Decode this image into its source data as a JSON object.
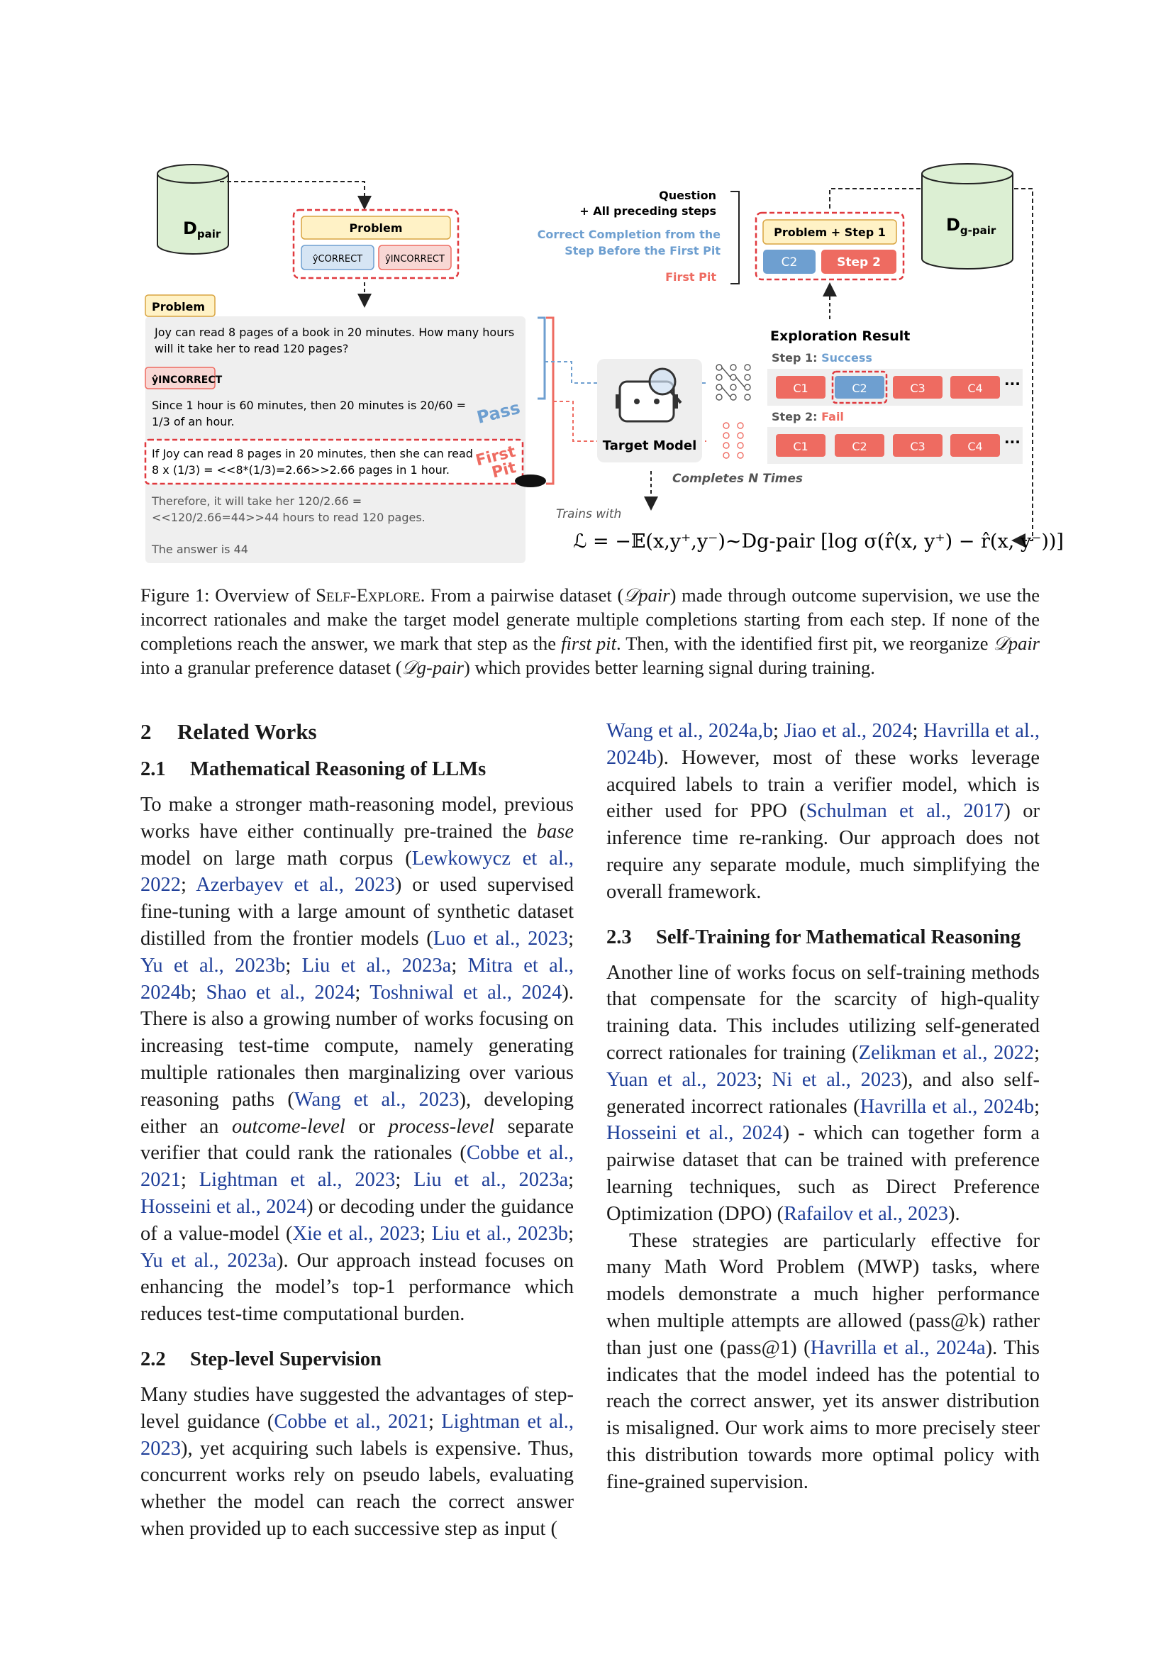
{
  "figure": {
    "db_left": {
      "label_main": "D",
      "label_sub": "pair"
    },
    "db_right": {
      "label_main": "D",
      "label_sub": "g-pair"
    },
    "problem_label": "Problem",
    "y_correct": "ŷCORRECT",
    "y_incorrect": "ŷINCORRECT",
    "step_context": {
      "question": "Question",
      "preceding": "+ All preceding steps",
      "correct_1": "Correct Completion from the",
      "correct_2": "Step Before the First Pit",
      "first_pit": "First Pit"
    },
    "problem_step1": "Problem + Step 1",
    "c2": "C2",
    "step2": "Step 2",
    "panel": {
      "problem_tag": "Problem",
      "question_1": "Joy can read 8 pages of a book in 20 minutes. How many hours",
      "question_2": "will it take her to read 120 pages?",
      "incorrect_tag": "ŷINCORRECT",
      "step1_1": "Since 1 hour is 60 minutes, then 20 minutes is 20/60 =",
      "step1_2": "1/3 of an hour.",
      "pass_stamp": "Pass",
      "step2_1": "If Joy can read 8 pages in 20 minutes, then she can read",
      "step2_2": "8 x (1/3) = <<8*(1/3)=2.66>>2.66 pages in 1 hour.",
      "first_pit_stamp_1": "First",
      "first_pit_stamp_2": "Pit",
      "step3_1": "Therefore, it will take her 120/2.66 =",
      "step3_2": "<<120/2.66=44>>44 hours to read 120 pages.",
      "answer": "The answer is 44"
    },
    "target_model": "Target Model",
    "exploration_title": "Exploration Result",
    "step1_label": "Step 1:",
    "success": "Success",
    "step2_label": "Step 2:",
    "fail": "Fail",
    "completions": [
      "C1",
      "C2",
      "C3",
      "C4"
    ],
    "ellipsis": "···",
    "completes_n": "Completes N Times",
    "trains_with": "Trains with",
    "loss": "ℒ = −𝔼(x,y⁺,y⁻)∼Dg-pair [log σ(r̂(x, y⁺) − r̂(x, y⁻))]",
    "colors": {
      "pass_blue": "#6e9fd0",
      "fail_red": "#ee6b61",
      "problem_yellow": "#fff2c6",
      "db_green": "#dcefd3",
      "link_blue": "#1f3f99"
    }
  },
  "caption": {
    "prefix": "Figure 1: Overview of ",
    "name": "Self-Explore",
    "text_1": ". From a pairwise dataset (",
    "d_pair": "𝒟pair",
    "text_2": ") made through outcome supervision, we use the incorrect rationales and make the target model generate multiple completions starting from each step. If none of the completions reach the answer, we mark that step as the ",
    "first_pit": "first pit",
    "text_3": ". Then, with the identified first pit, we reorganize ",
    "d_pair_2": "𝒟pair",
    "text_4": " into a granular preference dataset (",
    "d_gpair": "𝒟g-pair",
    "text_5": ") which provides better learning signal during training."
  },
  "section2": {
    "num": "2",
    "title": "Related Works"
  },
  "section21": {
    "num": "2.1",
    "title": "Mathematical Reasoning of LLMs",
    "p": [
      "To make a stronger math-reasoning model, previous works have either continually pre-trained the ",
      "base",
      " model on large math corpus (",
      "Lewkowycz et al., 2022",
      "; ",
      "Azerbayev et al., 2023",
      ") or used supervised fine-tuning with a large amount of synthetic dataset distilled from the frontier models (",
      "Luo et al., 2023",
      "; ",
      "Yu et al., 2023b",
      "; ",
      "Liu et al., 2023a",
      "; ",
      "Mitra et al., 2024b",
      "; ",
      "Shao et al., 2024",
      "; ",
      "Toshniwal et al., 2024",
      "). There is also a growing number of works focusing on increasing test-time compute, namely generating multiple rationales then marginalizing over various reasoning paths (",
      "Wang et al., 2023",
      "), developing either an ",
      "outcome-level",
      " or ",
      "process-level",
      " separate verifier that could rank the rationales (",
      "Cobbe et al., 2021",
      "; ",
      "Lightman et al., 2023",
      "; ",
      "Liu et al., 2023a",
      "; ",
      "Hosseini et al., 2024",
      ") or decoding under the guidance of a value-model (",
      "Xie et al., 2023",
      "; ",
      "Liu et al., 2023b",
      "; ",
      "Yu et al., 2023a",
      "). Our approach instead focuses on enhancing the model’s top-1 performance which reduces test-time computational burden."
    ]
  },
  "section22": {
    "num": "2.2",
    "title": "Step-level Supervision",
    "p": [
      "Many studies have suggested the advantages of step-level guidance (",
      "Cobbe et al., 2021",
      "; ",
      "Lightman et al., 2023",
      "), yet acquiring such labels is expensive. Thus, concurrent works rely on pseudo labels, evaluating whether the model can reach the correct answer when provided up to each successive step as input (",
      "Wang et al., 2024a,b",
      "; ",
      "Jiao et al., 2024",
      "; ",
      "Havrilla et al., 2024b",
      "). However, most of these works leverage acquired labels to train a verifier model, which is either used for PPO (",
      "Schulman et al., 2017",
      ") or inference time re-ranking. Our approach does not require any separate module, much simplifying the overall framework."
    ]
  },
  "section23": {
    "num": "2.3",
    "title": "Self-Training for Mathematical Reasoning",
    "p1": [
      "Another line of works focus on self-training methods that compensate for the scarcity of high-quality training data. This includes utilizing self-generated correct rationales for training (",
      "Zelikman et al., 2022",
      "; ",
      "Yuan et al., 2023",
      "; ",
      "Ni et al., 2023",
      "), and also self-generated incorrect rationales (",
      "Havrilla et al., 2024b",
      "; ",
      "Hosseini et al., 2024",
      ") - which can together form a pairwise dataset that can be trained with preference learning techniques, such as Direct Preference Optimization (DPO) (",
      "Rafailov et al., 2023",
      ")."
    ],
    "p2": [
      "These strategies are particularly effective for many Math Word Problem (MWP) tasks, where models demonstrate a much higher performance when multiple attempts are allowed (pass@k) rather than just one (pass@1) (",
      "Havrilla et al., 2024a",
      "). This indicates that the model indeed has the potential to reach the correct answer, yet its answer distribution is misaligned. Our work aims to more precisely steer this distribution towards more optimal policy with fine-grained supervision."
    ]
  }
}
